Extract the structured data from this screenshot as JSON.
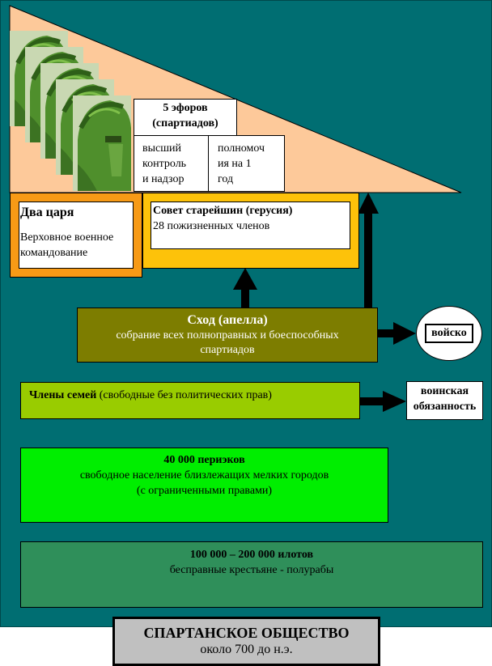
{
  "ephors": {
    "title_line1": "5 эфоров",
    "title_line2": "(спартиадов)",
    "duty": [
      "высший",
      "контроль",
      "и надзор"
    ],
    "term": [
      "полномоч",
      "ия на 1",
      "год"
    ]
  },
  "kings": {
    "title": "Два царя",
    "desc_line1": "Верховное военное",
    "desc_line2": "командование"
  },
  "gerousia": {
    "title": "Совет старейшин (герусия)",
    "desc": "28 пожизненных членов"
  },
  "apella": {
    "title": "Сход (апелла)",
    "desc_line1": "собрание всех полноправных и боеспособных",
    "desc_line2": "спартиадов"
  },
  "army": {
    "label": "войско"
  },
  "families": {
    "title": "Члены семей",
    "desc": " (свободные без политических прав)"
  },
  "duty": {
    "line1": "воинская",
    "line2": "обязанность"
  },
  "perioeci": {
    "title": "40 000 периэков",
    "desc_line1": "свободное население близлежащих мелких городов",
    "desc_line2": "(с ограниченными правами)"
  },
  "helots": {
    "title": "100 000 – 200 000 илотов",
    "desc": "бесправные крестьяне - полурабы"
  },
  "caption": {
    "title": "СПАРТАНСКОЕ ОБЩЕСТВО",
    "subtitle": "около 700 до н.э."
  },
  "colors": {
    "background": "#006e72",
    "triangle": "#fdc99a",
    "kings_frame": "#f79a16",
    "gerousia_frame": "#fdc20a",
    "apella": "#7d7d00",
    "families": "#99cc00",
    "perioeci": "#00ee00",
    "helots": "#2f8f5a",
    "caption": "#c0c0c0"
  },
  "icons": {
    "portrait": "spartan-helmet-image"
  }
}
